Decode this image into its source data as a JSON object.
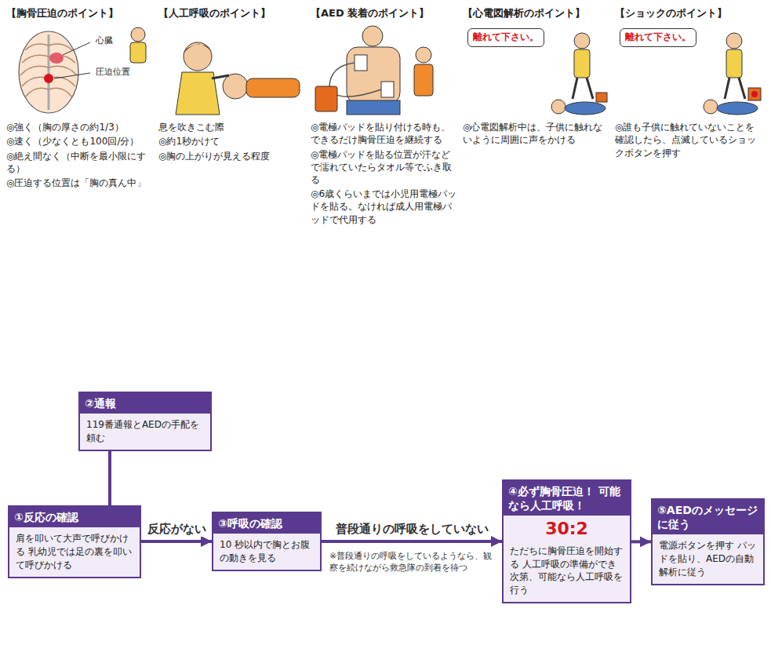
{
  "diagram": {
    "nodes": [
      {
        "text": [
          "①反応の確認",
          "肩を叩いて大声で呼びかける 乳幼児では足の裏を叩いて呼びかける"
        ]
      },
      {
        "text": [
          "②通報",
          "119番通報とAEDの手配を頼む"
        ]
      },
      {
        "text": [
          "③呼吸の確認",
          "10 秒以内で胸とお腹の動きを見る"
        ]
      },
      {
        "text": [
          "④必ず胸骨圧迫！ 可能なら人工呼吸！",
          "30:2",
          "ただちに胸骨圧迫を開始する 人工呼吸の準備ができ次第、可能なら人工呼吸を行う"
        ]
      },
      {
        "text": [
          "⑤AEDのメッセージに従う",
          "電源ボタンを押す パッドを貼り、AEDの自動解析に従う"
        ]
      },
      {
        "text": [
          "離れて下さい。"
        ]
      },
      {
        "text": [
          "離れて下さい。"
        ]
      }
    ],
    "edges": [
      {
        "from": 0,
        "to": 1,
        "arrow": "none"
      },
      {
        "from": 0,
        "to": 2,
        "label": "反応がない",
        "arrow": "to"
      },
      {
        "from": 2,
        "to": 3,
        "label": "普段通りの呼吸をしていない",
        "arrow": "to"
      },
      {
        "from": 3,
        "to": 4,
        "arrow": "to"
      }
    ],
    "labels": [
      "※普段通りの呼吸をしているようなら、観察を続けながら救急隊の到着を待つ",
      "【胸骨圧迫のポイント】",
      "心臓",
      "圧迫位置",
      "◎強く（胸の厚さの約1/3）",
      "◎速く（少なくとも100回/分）",
      "◎絶え間なく（中断を最小限にする）",
      "◎圧迫する位置は「胸の真ん中」",
      "【人工呼吸のポイント】",
      "息を吹きこむ際",
      "◎約1秒かけて",
      "◎胸の上がりが見える程度",
      "【AED 装着のポイント】",
      "◎電極パッドを貼り付ける時も、できるだけ胸骨圧迫を継続する",
      "◎電極パッドを貼る位置が汗などで濡れていたらタオル等でふき取る",
      "◎6歳くらいまでは小児用電極パッドを貼る。なければ成人用電極パッドで代用する",
      "【心電図解析のポイント】",
      "◎心電図解析中は、子供に触れないように周囲に声をかける",
      "【ショックのポイント】",
      "◎誰も子供に触れていないことを確認したら、点滅しているショックボタンを押す"
    ]
  }
}
